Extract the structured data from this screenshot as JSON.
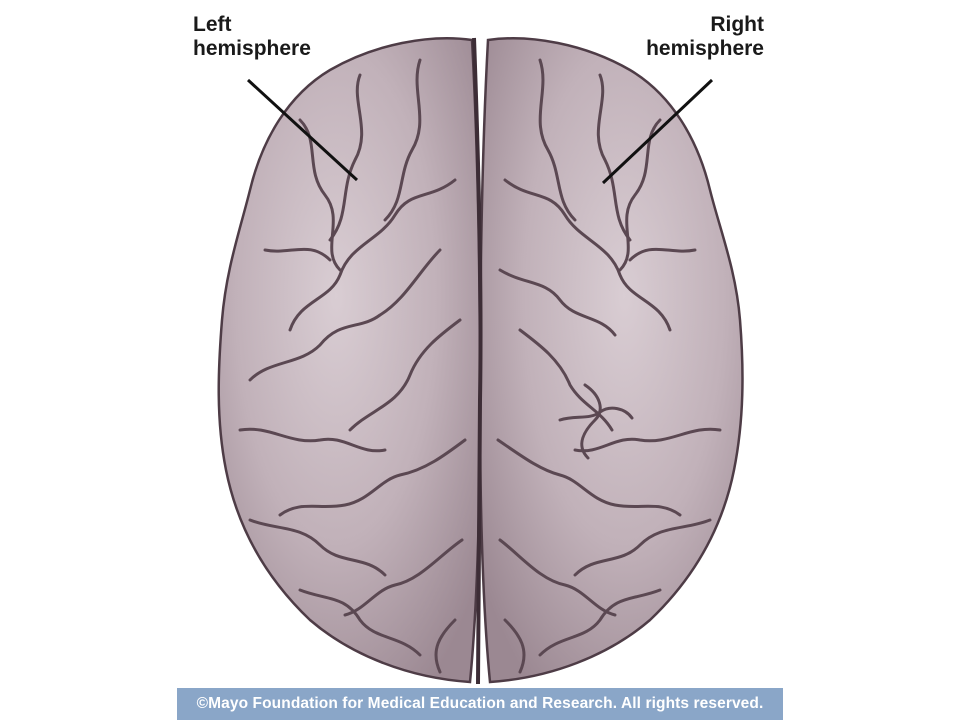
{
  "labels": {
    "left": {
      "line1": "Left",
      "line2": "hemisphere"
    },
    "right": {
      "line1": "Right",
      "line2": "hemisphere"
    }
  },
  "footer": {
    "copyright": "©Mayo Foundation for Medical Education and Research.  All rights reserved."
  },
  "colors": {
    "background": "#ffffff",
    "brain_fill": "#bdacb5",
    "brain_highlight": "#d8ccd2",
    "sulcus": "#5b4852",
    "outline": "#4e3c46",
    "leader_line": "#111111",
    "footer_bar": "#8aa6c8",
    "footer_text": "#ffffff"
  }
}
